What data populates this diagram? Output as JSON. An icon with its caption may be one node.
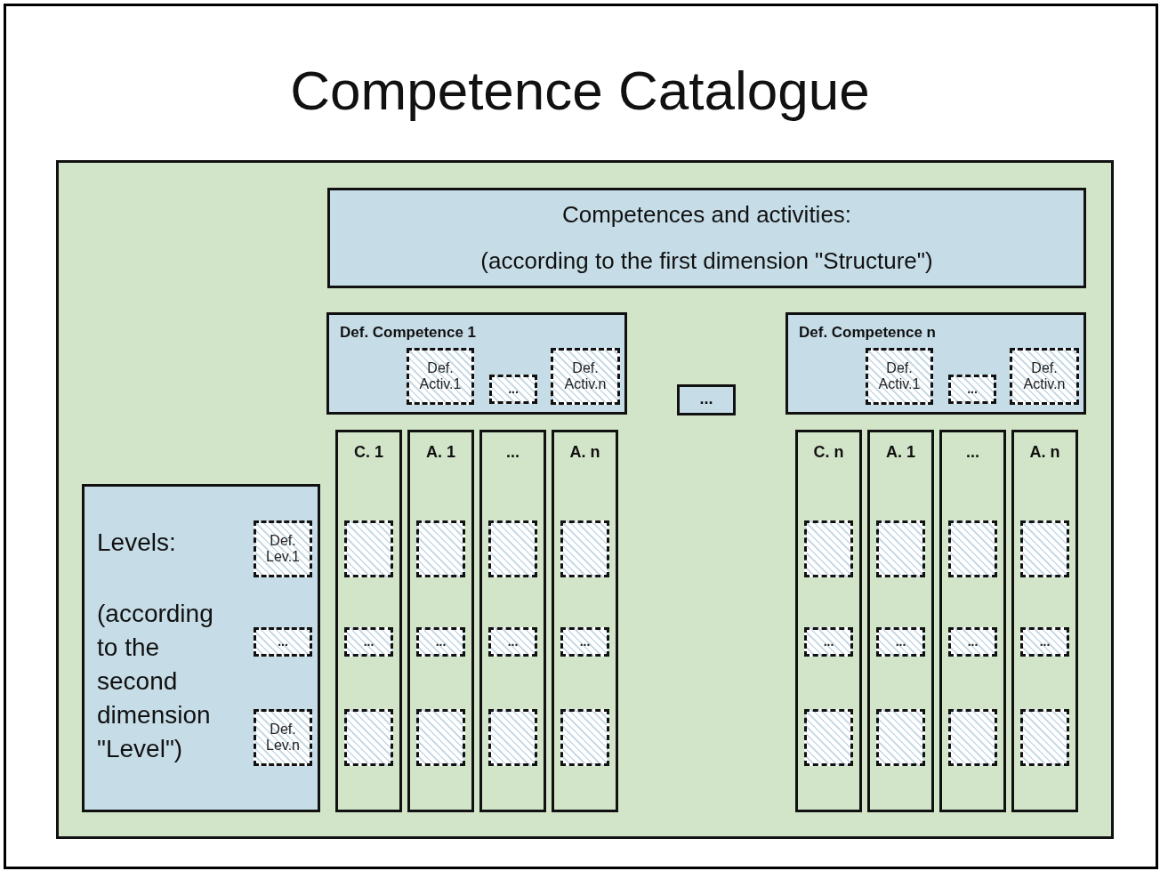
{
  "diagram": {
    "title": "Competence Catalogue",
    "nodes": [
      {
        "text": [],
        "shape": "box"
      },
      {
        "text": [
          "Competences and activities:",
          "(according to the first dimension \"Structure\")"
        ],
        "in": 0
      },
      {
        "text": [
          "Def. Competence 1"
        ],
        "in": 0
      },
      {
        "text": [
          "Def. Activ.1"
        ],
        "in": 2
      },
      {
        "text": [
          "..."
        ],
        "in": 2
      },
      {
        "text": [
          "Def. Activ.n"
        ],
        "in": 2
      },
      {
        "text": [
          "..."
        ],
        "in": 0
      },
      {
        "text": [
          "Def. Competence n"
        ],
        "in": 0
      },
      {
        "text": [
          "Def. Activ.1"
        ],
        "in": 7
      },
      {
        "text": [
          "..."
        ],
        "in": 7
      },
      {
        "text": [
          "Def. Activ.n"
        ],
        "in": 7
      },
      {
        "text": [
          "Levels:",
          "(according to the second dimension \"Level\")"
        ],
        "in": 0
      },
      {
        "text": [
          "Def. Lev.1"
        ],
        "in": 11
      },
      {
        "text": [
          "..."
        ],
        "in": 11
      },
      {
        "text": [
          "Def. Lev.n"
        ],
        "in": 11
      },
      {
        "text": [
          "C. 1"
        ],
        "in": 0
      },
      {
        "text": [],
        "shape": "box",
        "in": 15
      },
      {
        "text": [
          "..."
        ],
        "in": 15
      },
      {
        "text": [],
        "shape": "box",
        "in": 15
      },
      {
        "text": [
          "A. 1"
        ],
        "in": 0
      },
      {
        "text": [],
        "shape": "box",
        "in": 19
      },
      {
        "text": [
          "..."
        ],
        "in": 19
      },
      {
        "text": [],
        "shape": "box",
        "in": 19
      },
      {
        "text": [
          "..."
        ],
        "in": 0
      },
      {
        "text": [],
        "shape": "box",
        "in": 23
      },
      {
        "text": [
          "..."
        ],
        "in": 23
      },
      {
        "text": [],
        "shape": "box",
        "in": 23
      },
      {
        "text": [
          "A. n"
        ],
        "in": 0
      },
      {
        "text": [],
        "shape": "box",
        "in": 27
      },
      {
        "text": [
          "..."
        ],
        "in": 27
      },
      {
        "text": [],
        "shape": "box",
        "in": 27
      },
      {
        "text": [
          "C. n"
        ],
        "in": 0
      },
      {
        "text": [],
        "shape": "box",
        "in": 31
      },
      {
        "text": [
          "..."
        ],
        "in": 31
      },
      {
        "text": [],
        "shape": "box",
        "in": 31
      },
      {
        "text": [
          "A. 1"
        ],
        "in": 0
      },
      {
        "text": [],
        "shape": "box",
        "in": 35
      },
      {
        "text": [
          "..."
        ],
        "in": 35
      },
      {
        "text": [],
        "shape": "box",
        "in": 35
      },
      {
        "text": [
          "..."
        ],
        "in": 0
      },
      {
        "text": [],
        "shape": "box",
        "in": 39
      },
      {
        "text": [
          "..."
        ],
        "in": 39
      },
      {
        "text": [],
        "shape": "box",
        "in": 39
      },
      {
        "text": [
          "A. n"
        ],
        "in": 0
      },
      {
        "text": [],
        "shape": "box",
        "in": 43
      },
      {
        "text": [
          "..."
        ],
        "in": 43
      },
      {
        "text": [],
        "shape": "box",
        "in": 43
      }
    ]
  }
}
